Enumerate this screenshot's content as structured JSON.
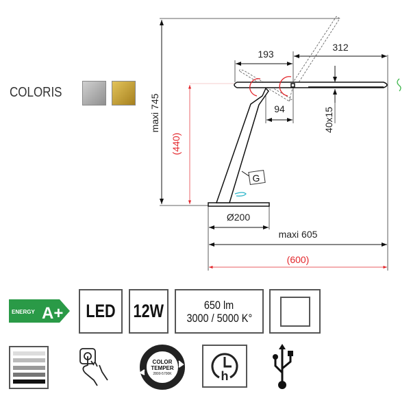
{
  "coloris": {
    "label": "COLORIS",
    "swatches": [
      {
        "name": "silver",
        "color": "#a6a6a6"
      },
      {
        "name": "gold",
        "color": "#c9a236"
      }
    ]
  },
  "dimensions": {
    "maxi_height": "maxi 745",
    "height_red": "(440)",
    "head_back": "193",
    "head_front": "312",
    "pivot_offset": "94",
    "head_section": "40x15",
    "base_diameter": "Ø200",
    "maxi_width": "maxi 605",
    "width_red": "(600)",
    "switch_label": "G"
  },
  "specs": {
    "energy_word": "ENERGY",
    "energy_class": "A+",
    "light_type": "LED",
    "power": "12W",
    "lumens": "650 lm",
    "color_temp": "3000 / 5000 K°",
    "color_temper_title1": "COLOR",
    "color_temper_title2": "TEMPER",
    "color_temper_range": "2800-5700K",
    "timer_letter": "h"
  },
  "colors": {
    "energy_green": "#2a9a47",
    "dim_red": "#e3262b",
    "rotate_green": "#3cb54a",
    "rotate_cyan": "#2bb5c9"
  }
}
